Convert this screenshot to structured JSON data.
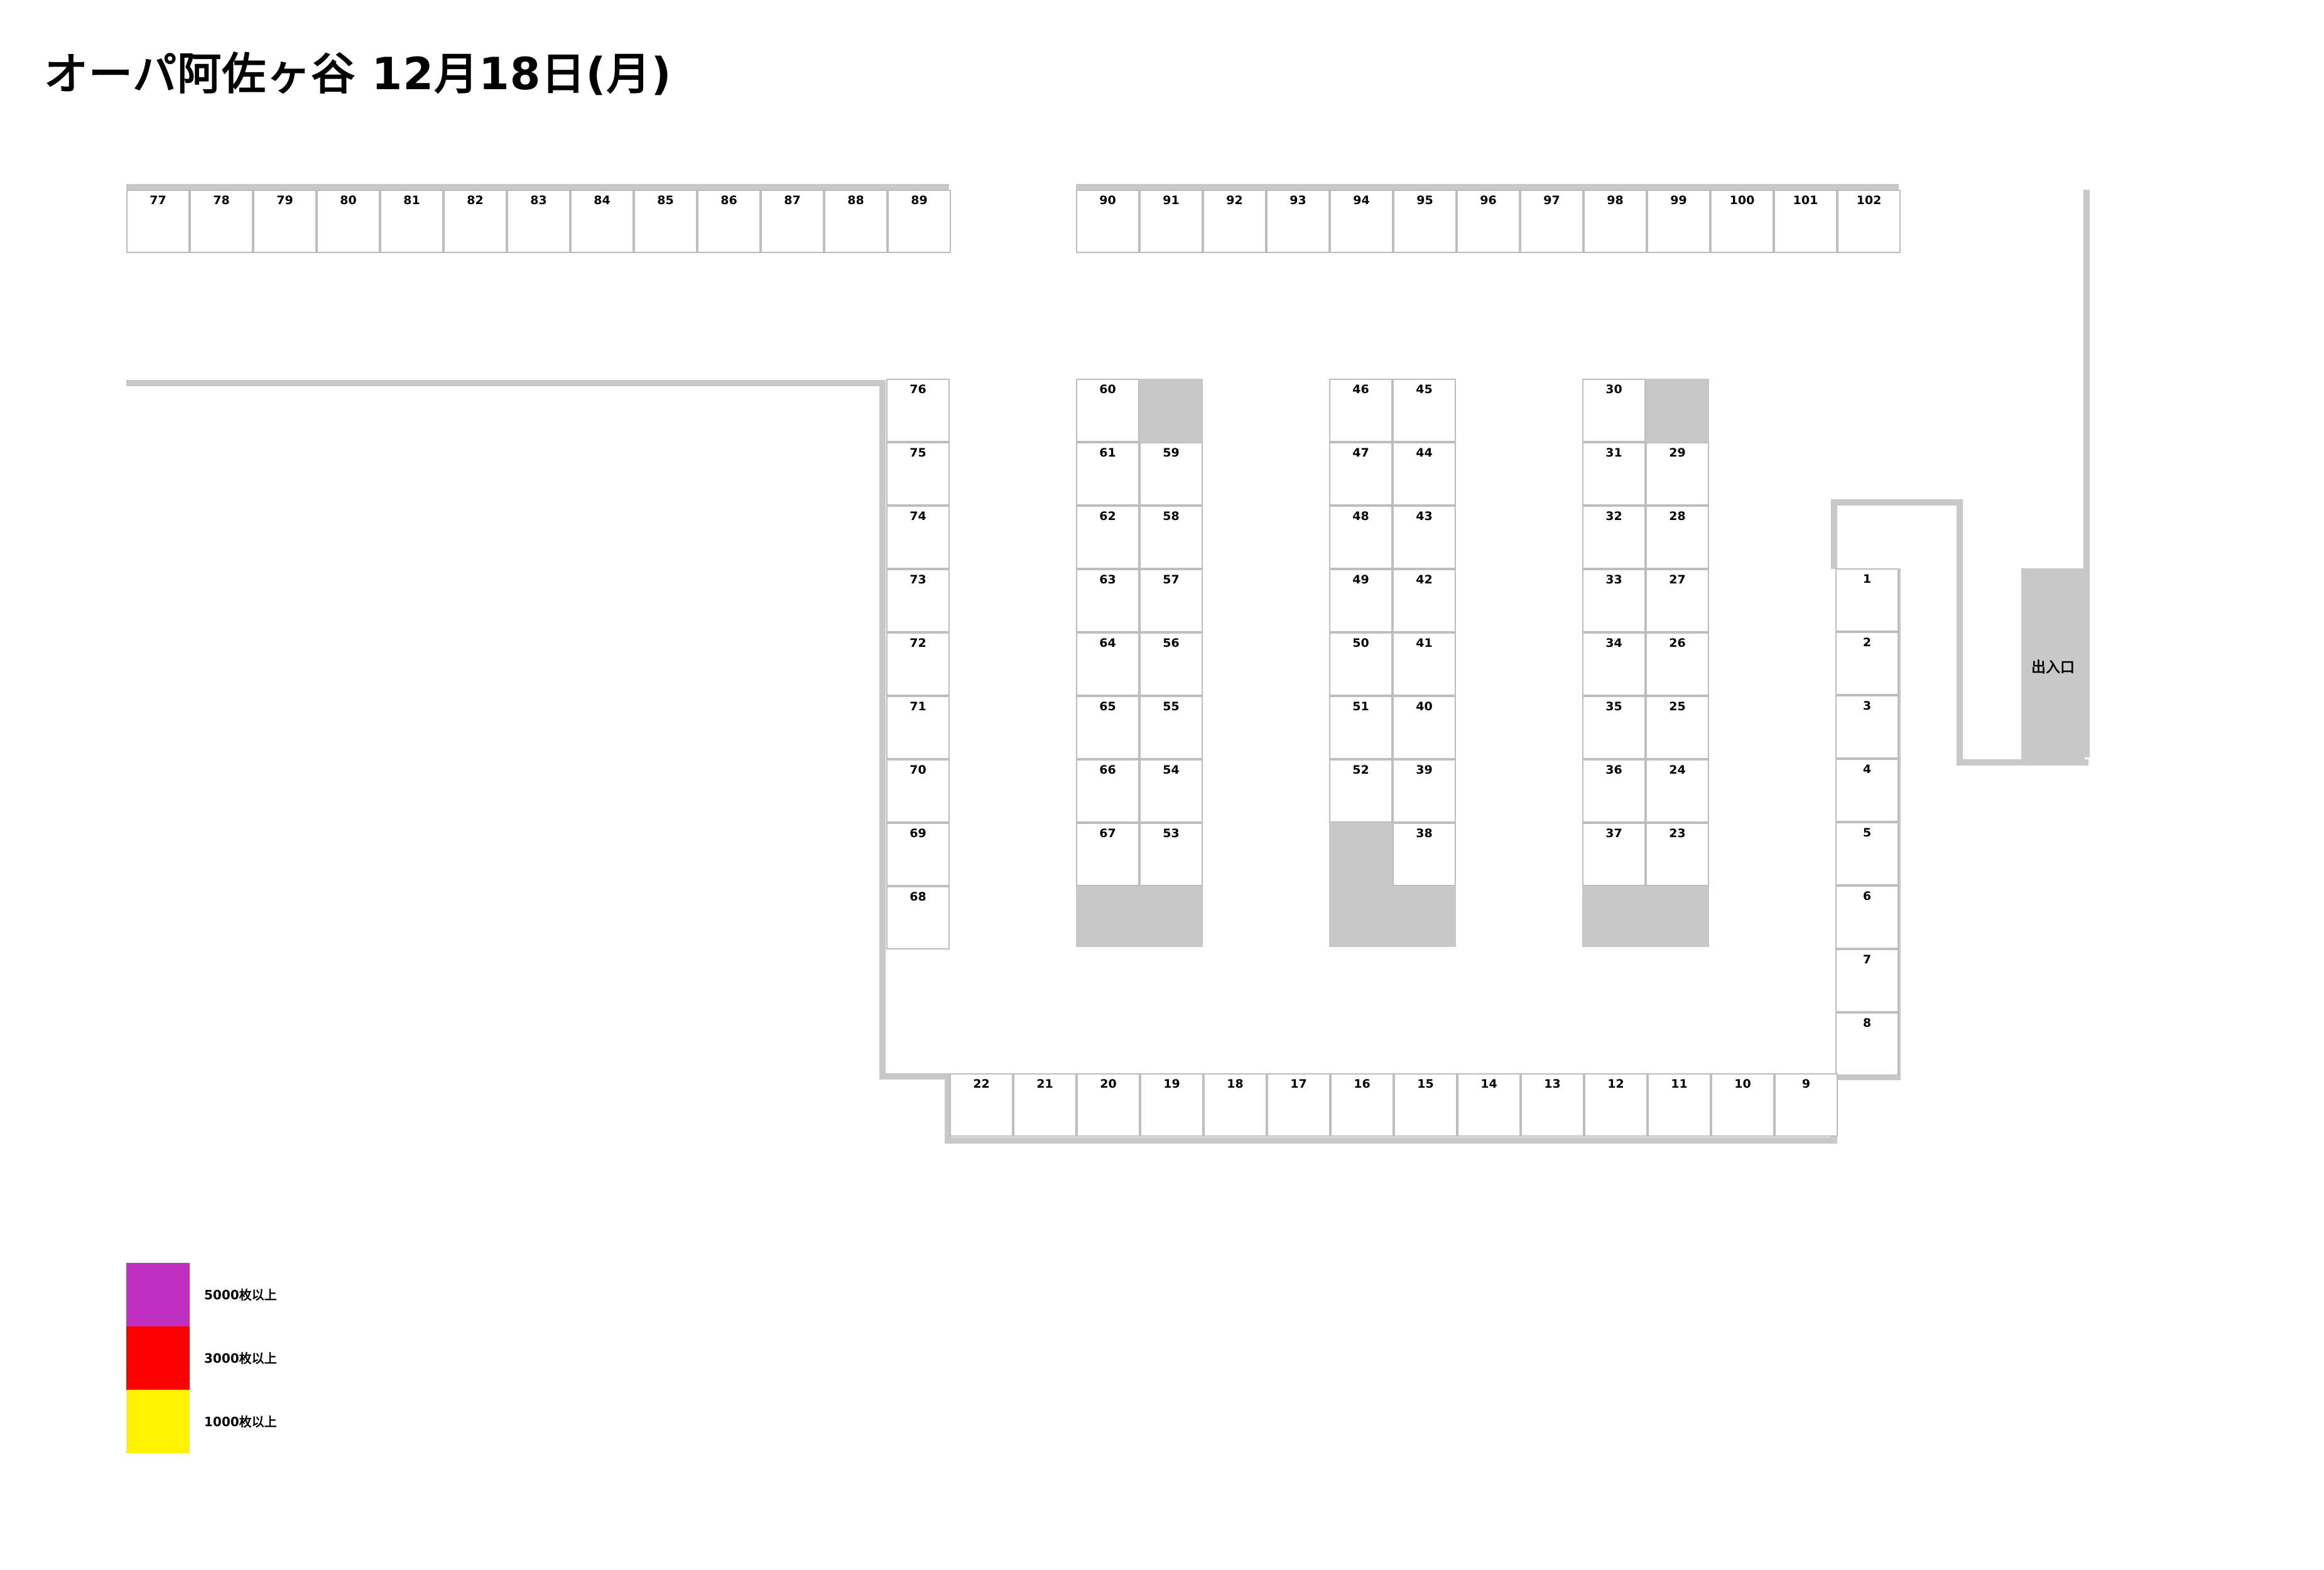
{
  "title": "オーパ阿佐ヶ谷 12月18日(月)",
  "exit_label": "出入口",
  "slot_numbers": [
    "77",
    "78",
    "79",
    "80",
    "81",
    "82",
    "83",
    "84",
    "85",
    "86",
    "87",
    "88",
    "89",
    "90",
    "91",
    "92",
    "93",
    "94",
    "95",
    "96",
    "97",
    "98",
    "99",
    "100",
    "101",
    "102",
    "76",
    "75",
    "74",
    "73",
    "72",
    "71",
    "70",
    "69",
    "68",
    "60",
    "61",
    "62",
    "63",
    "64",
    "65",
    "66",
    "67",
    "59",
    "58",
    "57",
    "56",
    "55",
    "54",
    "53",
    "46",
    "47",
    "48",
    "49",
    "50",
    "51",
    "52",
    "45",
    "44",
    "43",
    "42",
    "41",
    "40",
    "39",
    "38",
    "30",
    "31",
    "32",
    "33",
    "34",
    "35",
    "36",
    "37",
    "29",
    "28",
    "27",
    "26",
    "25",
    "24",
    "23",
    "1",
    "2",
    "3",
    "4",
    "5",
    "6",
    "7",
    "8",
    "22",
    "21",
    "20",
    "19",
    "18",
    "17",
    "16",
    "15",
    "14",
    "13",
    "12",
    "11",
    "10",
    "9"
  ],
  "legend": [
    {
      "label": "5000枚以上",
      "color": "#c030c0"
    },
    {
      "label": "3000枚以上",
      "color": "#ff0000"
    },
    {
      "label": "1000枚以上",
      "color": "#fff200"
    }
  ]
}
